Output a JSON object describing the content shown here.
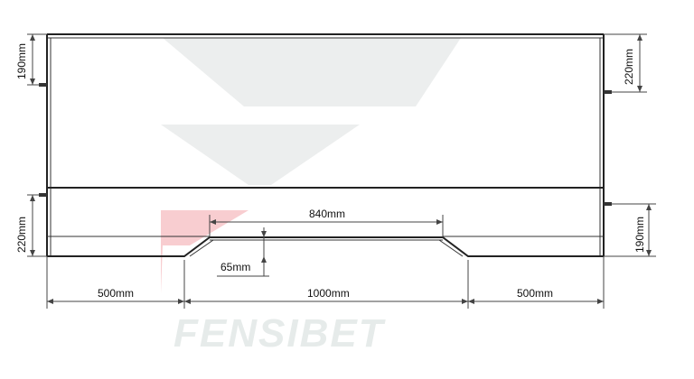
{
  "watermark": {
    "text": "FENSIBET",
    "logo_color": "#e9ecec",
    "accent_color": "#f7c7cb"
  },
  "dimensions": {
    "left_top_height": "190mm",
    "left_bottom_height": "220mm",
    "right_top_height": "220mm",
    "right_bottom_height": "190mm",
    "cutout_width": "840mm",
    "cutout_depth": "65mm",
    "left_segment": "500mm",
    "middle_segment": "1000mm",
    "right_segment": "500mm"
  },
  "colors": {
    "line": "#222222",
    "text": "#111111"
  }
}
